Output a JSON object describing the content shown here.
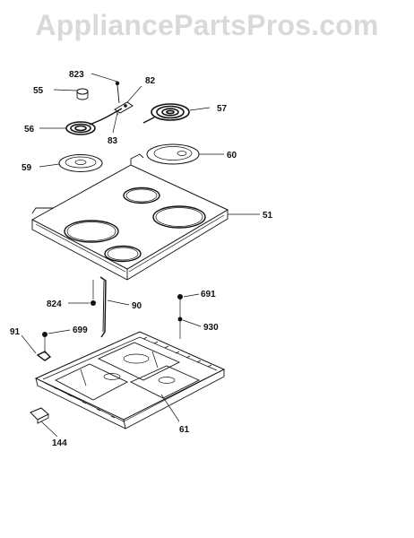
{
  "watermark": "AppliancePartsPros.com",
  "colors": {
    "ink": "#111111",
    "watermark": "#d9d9d9",
    "background": "#ffffff"
  },
  "labels": {
    "p823": "823",
    "p82": "82",
    "p55": "55",
    "p57": "57",
    "p56": "56",
    "p83": "83",
    "p59": "59",
    "p60": "60",
    "p51": "51",
    "p824": "824",
    "p90": "90",
    "p691": "691",
    "p91": "91",
    "p699": "699",
    "p930": "930",
    "p61": "61",
    "p144": "144"
  }
}
